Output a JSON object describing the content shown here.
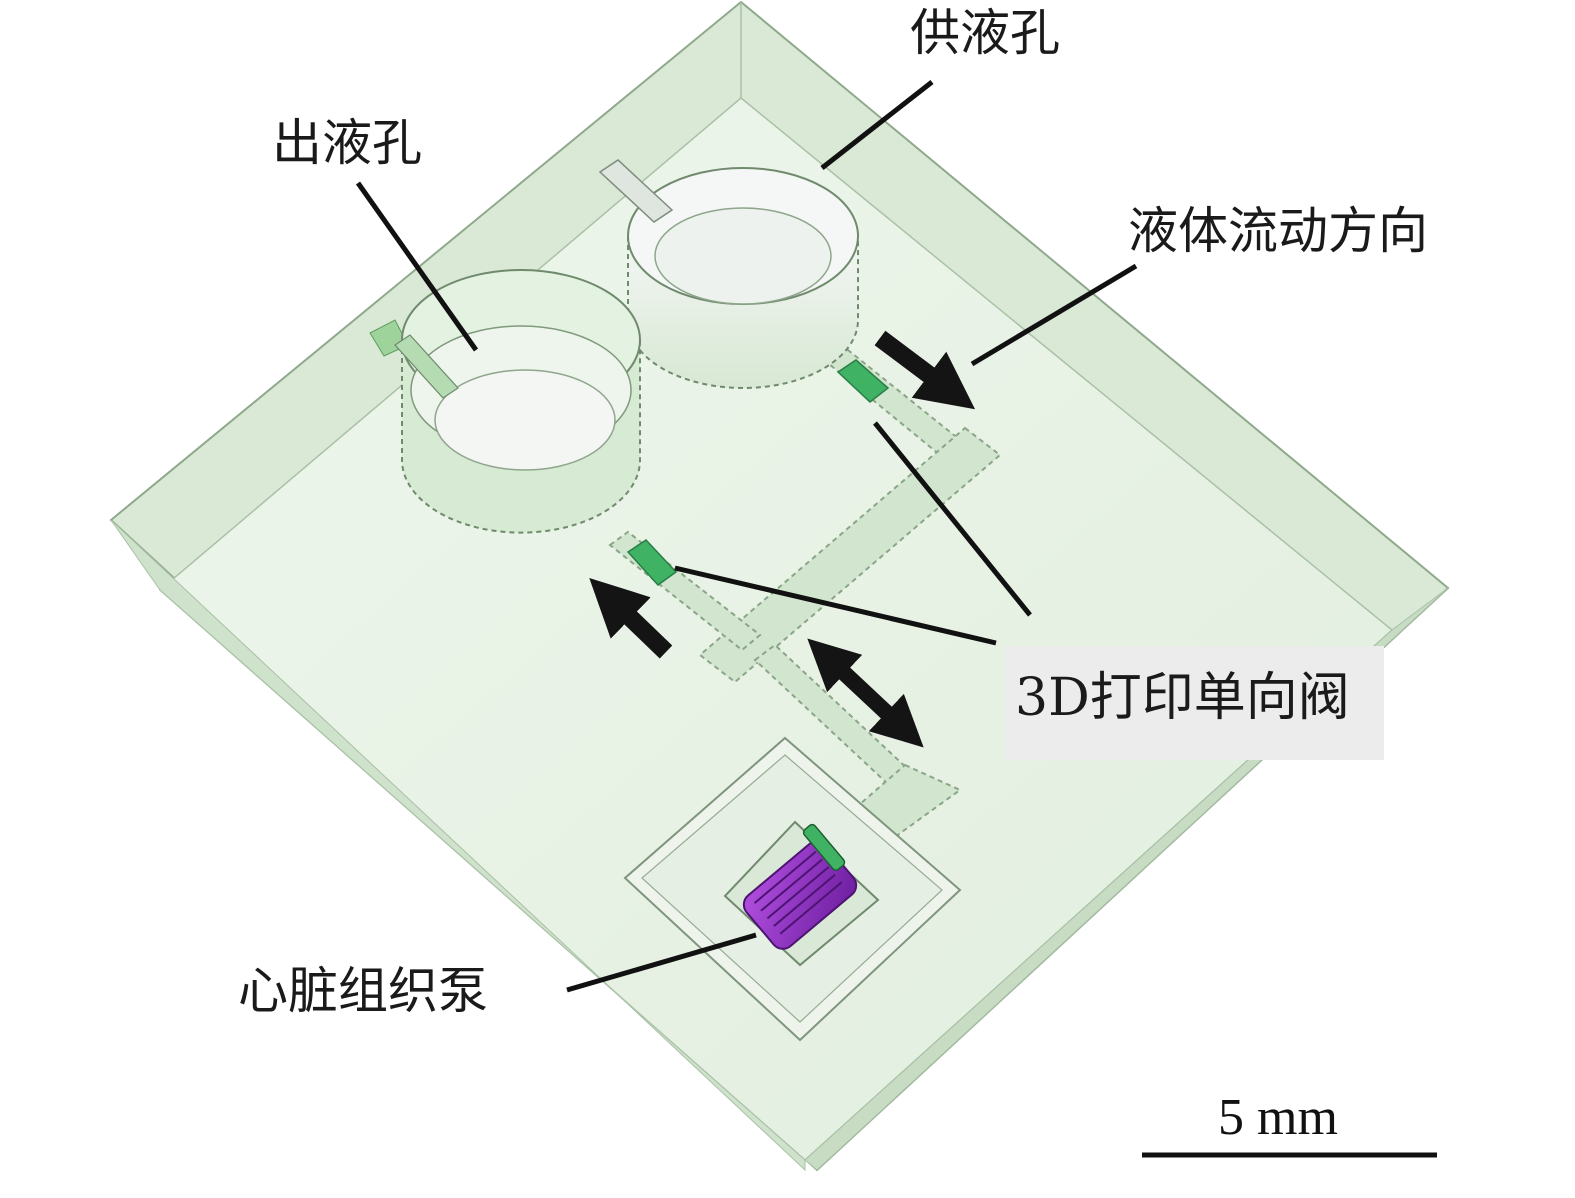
{
  "labels": {
    "supply_port": "供液孔",
    "outlet_port": "出液孔",
    "flow_direction": "液体流动方向",
    "check_valve": "3D打印单向阀",
    "heart_pump": "心脏组织泵"
  },
  "scale_bar": {
    "text": "5 mm"
  },
  "colors": {
    "chip_fill": "#e6f1e3",
    "chip_edge": "#9fb79c",
    "channel_fill": "#d2e6cf",
    "valve_green": "#3fb264",
    "pump_purple": "#8a2bbf",
    "arrow": "#141414",
    "label_bg": "#ececec"
  },
  "icons": {
    "flow_arrow": "thick-arrow",
    "bidirectional_arrow": "double-headed-arrow"
  }
}
